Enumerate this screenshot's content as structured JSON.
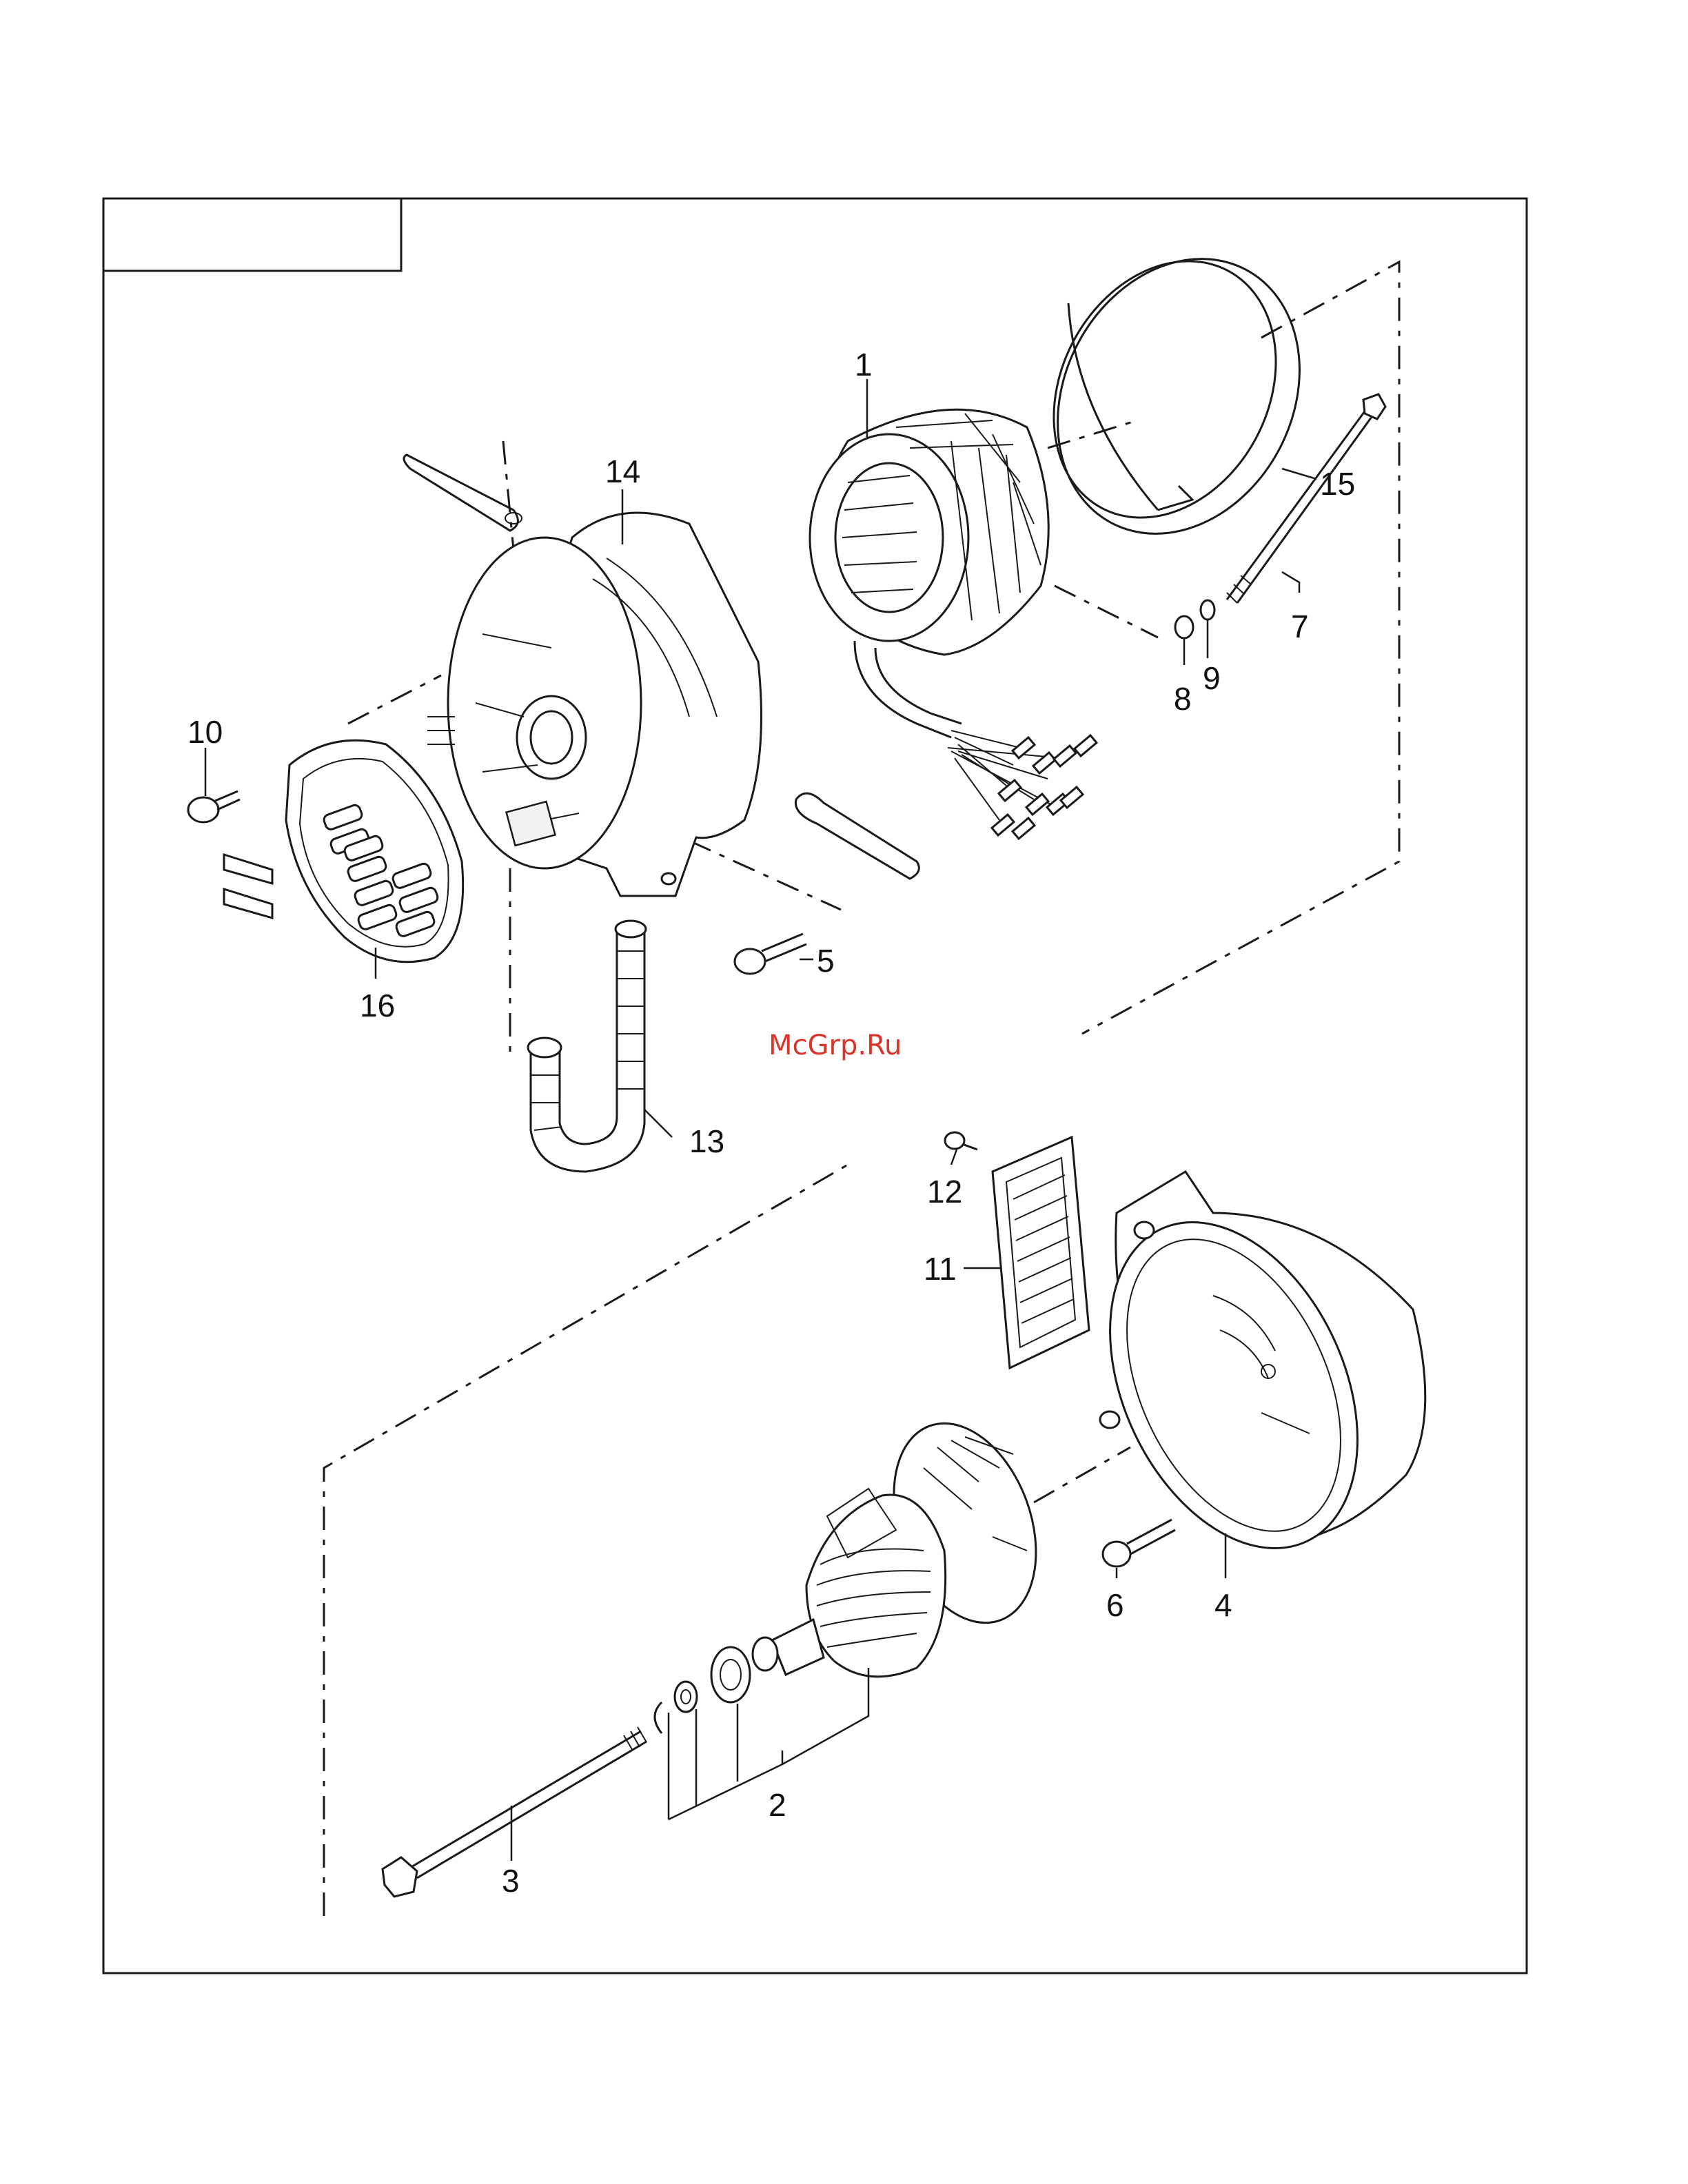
{
  "watermark": "McGrp.Ru",
  "parts": [
    {
      "id": "p1",
      "label": "1"
    },
    {
      "id": "p2",
      "label": "2"
    },
    {
      "id": "p3",
      "label": "3"
    },
    {
      "id": "p4",
      "label": "4"
    },
    {
      "id": "p5",
      "label": "5"
    },
    {
      "id": "p6",
      "label": "6"
    },
    {
      "id": "p7",
      "label": "7"
    },
    {
      "id": "p8",
      "label": "8"
    },
    {
      "id": "p9",
      "label": "9"
    },
    {
      "id": "p10",
      "label": "10"
    },
    {
      "id": "p11",
      "label": "11"
    },
    {
      "id": "p12",
      "label": "12"
    },
    {
      "id": "p13",
      "label": "13"
    },
    {
      "id": "p14",
      "label": "14"
    },
    {
      "id": "p15",
      "label": "15"
    },
    {
      "id": "p16",
      "label": "16"
    }
  ]
}
